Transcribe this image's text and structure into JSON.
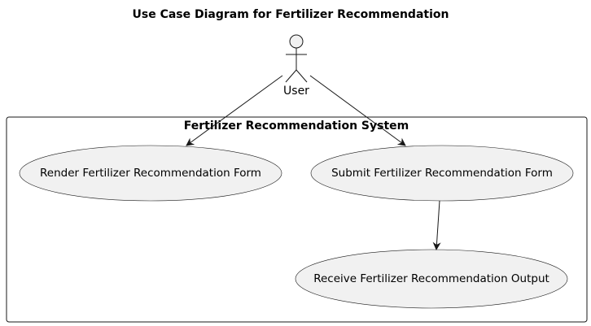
{
  "diagram": {
    "title": "Use Case Diagram for Fertilizer Recommendation",
    "actor": {
      "label": "User"
    },
    "system": {
      "label": "Fertilizer Recommendation System"
    },
    "use_cases": {
      "render": "Render Fertilizer Recommendation Form",
      "submit": "Submit Fertilizer Recommendation Form",
      "receive": "Receive Fertilizer Recommendation Output"
    },
    "relations": [
      {
        "from": "User",
        "to": "Render Fertilizer Recommendation Form"
      },
      {
        "from": "User",
        "to": "Submit Fertilizer Recommendation Form"
      },
      {
        "from": "Submit Fertilizer Recommendation Form",
        "to": "Receive Fertilizer Recommendation Output"
      }
    ],
    "colors": {
      "usecase_fill": "#f1f1f1",
      "actor_fill": "#f1f1f1",
      "stroke": "#181818",
      "background": "#ffffff"
    }
  }
}
